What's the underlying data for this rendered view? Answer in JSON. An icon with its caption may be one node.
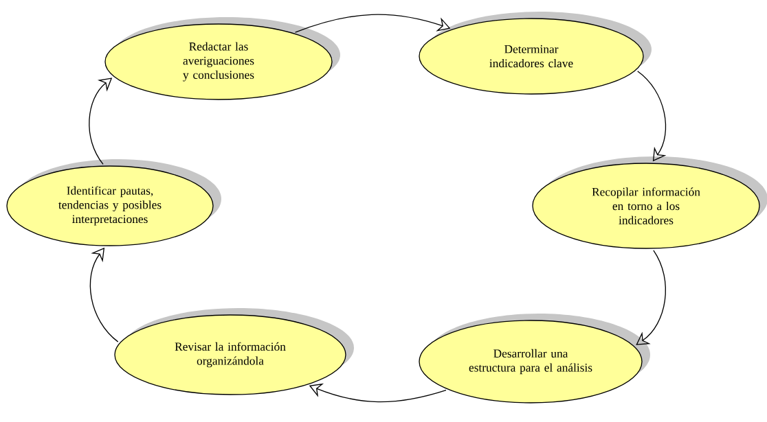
{
  "diagram": {
    "nodes": [
      {
        "text": [
          "Redactar las averiguaciones y conclusiones"
        ]
      },
      {
        "text": [
          "Determinar indicadores clave"
        ]
      },
      {
        "text": [
          "Recopilar información en torno a los indicadores"
        ]
      },
      {
        "text": [
          "Desarrollar una estructura para el análisis"
        ]
      },
      {
        "text": [
          "Revisar la información organizándola"
        ]
      },
      {
        "text": [
          "Identificar pautas, tendencias y posibles interpretaciones"
        ]
      }
    ],
    "edges": [
      {
        "from": 0,
        "to": 1,
        "arrow": "to"
      },
      {
        "from": 1,
        "to": 2,
        "arrow": "to"
      },
      {
        "from": 2,
        "to": 3,
        "arrow": "to"
      },
      {
        "from": 3,
        "to": 4,
        "arrow": "to"
      },
      {
        "from": 4,
        "to": 5,
        "arrow": "to"
      },
      {
        "from": 5,
        "to": 0,
        "arrow": "to"
      }
    ]
  }
}
